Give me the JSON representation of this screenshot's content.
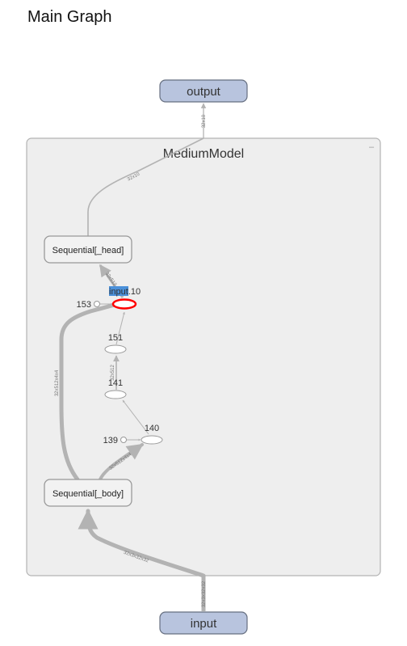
{
  "title": "Main Graph",
  "cluster": {
    "label": "MediumModel",
    "collapse_glyph": "–"
  },
  "nodes": {
    "output": "output",
    "input": "input",
    "head": "Sequential[_head]",
    "body": "Sequential[_body]",
    "op_input10": "input.10",
    "op_151": "151",
    "op_141": "141",
    "op_140": "140",
    "const_153": "153",
    "const_139": "139"
  },
  "edge_labels": {
    "to_output": "32x10",
    "head_to_output": "32x10",
    "input10_to_head": "32x512",
    "body_to_input10": "32x512x4x4",
    "chain_141_151": "32x512",
    "body_to_140": "32x512x4x4",
    "input_to_body": "32x3x32x32",
    "input_entry": "32x3x32x32"
  },
  "colors": {
    "io_fill": "#b8c4de",
    "io_stroke": "#666f80",
    "cluster_fill": "#eeeeee",
    "cluster_stroke": "#b3b3b3",
    "edge": "#b3b3b3",
    "selected": "#ff0000",
    "highlight": "#4a90d9"
  }
}
